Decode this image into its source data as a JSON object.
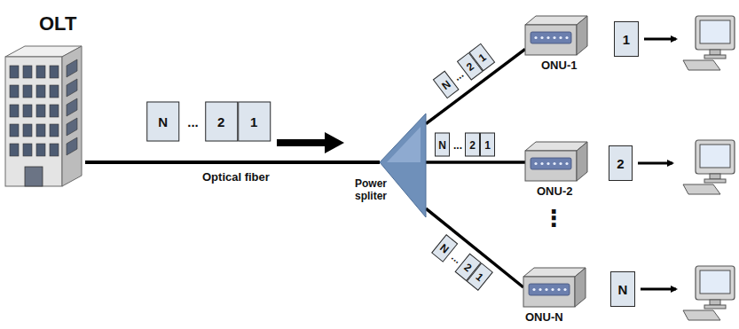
{
  "diagram": {
    "nodes": [
      {
        "text": [
          "OLT"
        ]
      },
      {
        "text": [
          "N"
        ]
      },
      {
        "text": [
          "2"
        ]
      },
      {
        "text": [
          "1"
        ]
      },
      {
        "text": [
          "Power spliter"
        ]
      },
      {
        "text": [
          "N"
        ]
      },
      {
        "text": [
          "2"
        ]
      },
      {
        "text": [
          "1"
        ]
      },
      {
        "text": [
          "N"
        ]
      },
      {
        "text": [
          "2"
        ]
      },
      {
        "text": [
          "1"
        ]
      },
      {
        "text": [
          "N"
        ]
      },
      {
        "text": [
          "2"
        ]
      },
      {
        "text": [
          "1"
        ]
      },
      {
        "text": [
          "ONU-1"
        ]
      },
      {
        "text": [
          "ONU-2"
        ]
      },
      {
        "text": [
          "ONU-N"
        ]
      },
      {
        "text": [
          "1"
        ]
      },
      {
        "text": [
          "2"
        ]
      },
      {
        "text": [
          "N"
        ]
      }
    ],
    "edges": [
      {
        "from": 0,
        "to": 4,
        "arrow": "none"
      },
      {
        "from": 4,
        "to": 14,
        "arrow": "none"
      },
      {
        "from": 4,
        "to": 15,
        "arrow": "none"
      },
      {
        "from": 4,
        "to": 16,
        "arrow": "none"
      }
    ],
    "labels": [
      "Optical fiber",
      "...",
      "...",
      "...",
      "...",
      "⋮"
    ]
  }
}
